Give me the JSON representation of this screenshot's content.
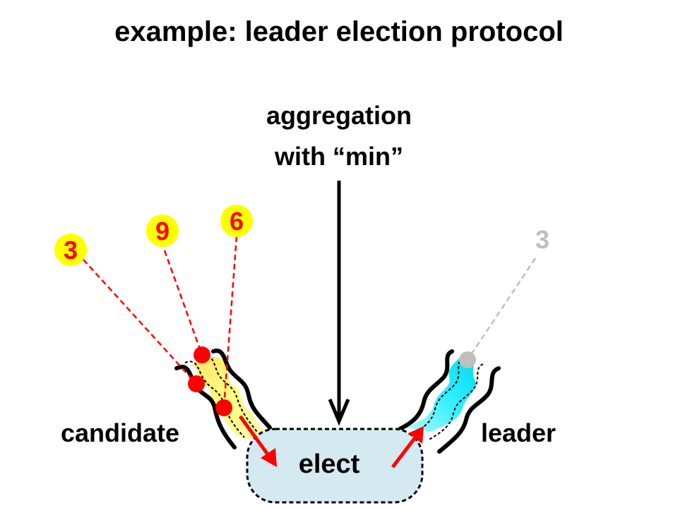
{
  "title": "example: leader election protocol",
  "aggregation": {
    "line1": "aggregation",
    "line2": "with “min”"
  },
  "values": {
    "v1": "3",
    "v2": "9",
    "v3": "6",
    "leader_value": "3"
  },
  "labels": {
    "candidate": "candidate",
    "leader": "leader",
    "elect": "elect"
  },
  "colors": {
    "token_fill": "#ffff00",
    "token_text": "#ff0000",
    "dot": "#ff0000",
    "leader_token": "#bfbfbf",
    "candidate_channel": "#ffff66",
    "leader_channel": "#33ffff",
    "elect_fill": "#d4e9f0",
    "arrow_red": "#ff0000",
    "text": "#000000"
  }
}
